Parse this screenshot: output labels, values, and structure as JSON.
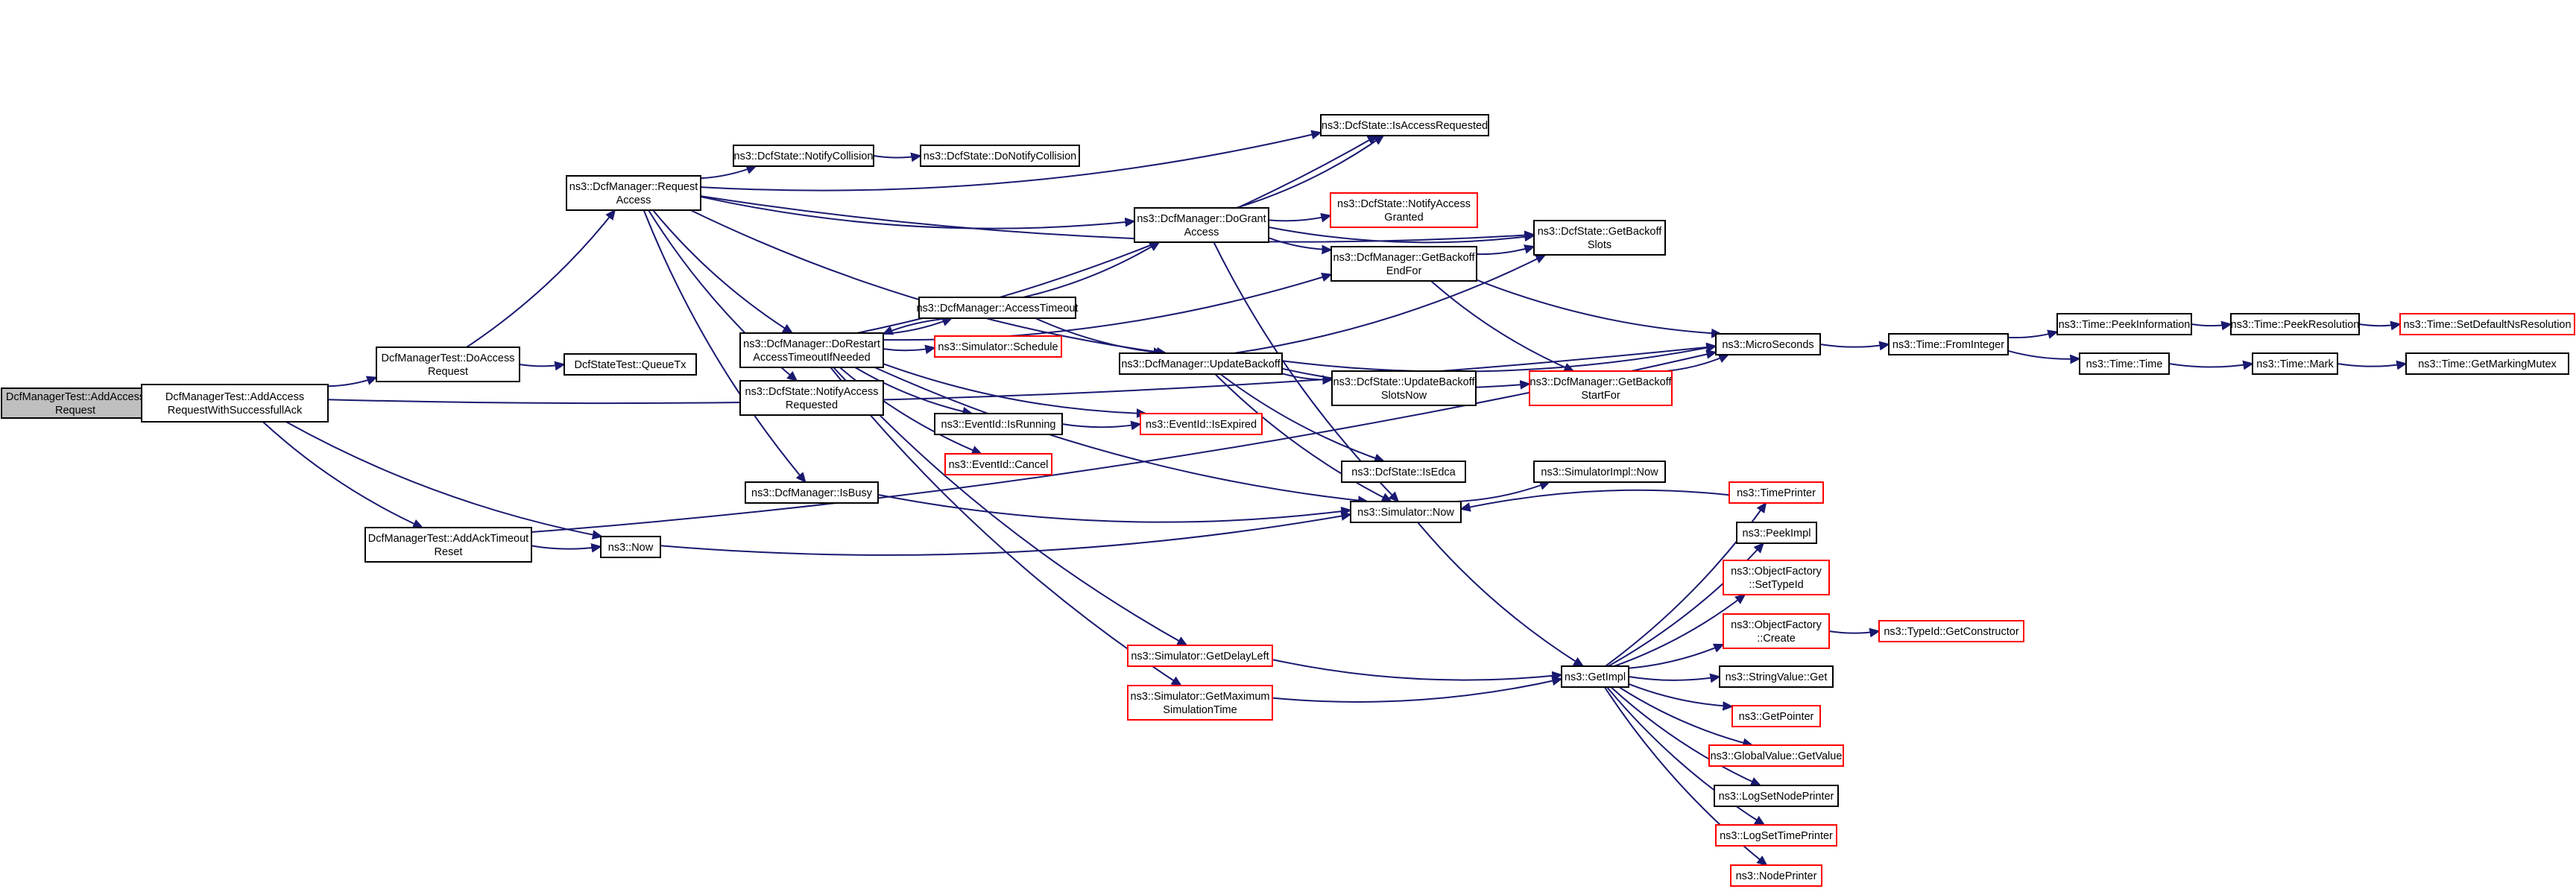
{
  "colors": {
    "edge": "#191970",
    "box_border": "#000000",
    "truncated_border": "#ff0000",
    "root_fill": "#bfbfbf"
  },
  "nodes": [
    {
      "id": "root",
      "lines": [
        "DcfManagerTest::AddAccess",
        "Request"
      ],
      "style": "root"
    },
    {
      "id": "success",
      "lines": [
        "DcfManagerTest::AddAccess",
        "RequestWithSuccessfullAck"
      ],
      "style": "black"
    },
    {
      "id": "doaccess",
      "lines": [
        "DcfManagerTest::DoAccess",
        "Request"
      ],
      "style": "black"
    },
    {
      "id": "acktimeout",
      "lines": [
        "DcfManagerTest::AddAckTimeout",
        "Reset"
      ],
      "style": "black"
    },
    {
      "id": "queuetx",
      "lines": [
        "DcfStateTest::QueueTx"
      ],
      "style": "black"
    },
    {
      "id": "reqaccess",
      "lines": [
        "ns3::DcfManager::Request",
        "Access"
      ],
      "style": "black"
    },
    {
      "id": "ns3now",
      "lines": [
        "ns3::Now"
      ],
      "style": "black"
    },
    {
      "id": "notifycoll",
      "lines": [
        "ns3::DcfState::NotifyCollision"
      ],
      "style": "black"
    },
    {
      "id": "donotifycoll",
      "lines": [
        "ns3::DcfState::DoNotifyCollision"
      ],
      "style": "black"
    },
    {
      "id": "dorestart",
      "lines": [
        "ns3::DcfManager::DoRestart",
        "AccessTimeoutIfNeeded"
      ],
      "style": "black"
    },
    {
      "id": "notifyaccreq",
      "lines": [
        "ns3::DcfState::NotifyAccess",
        "Requested"
      ],
      "style": "black"
    },
    {
      "id": "isbusy",
      "lines": [
        "ns3::DcfManager::IsBusy"
      ],
      "style": "black"
    },
    {
      "id": "accesstimeout",
      "lines": [
        "ns3::DcfManager::AccessTimeout"
      ],
      "style": "black"
    },
    {
      "id": "schedule",
      "lines": [
        "ns3::Simulator::Schedule"
      ],
      "style": "red"
    },
    {
      "id": "isrunning",
      "lines": [
        "ns3::EventId::IsRunning"
      ],
      "style": "black"
    },
    {
      "id": "cancel",
      "lines": [
        "ns3::EventId::Cancel"
      ],
      "style": "red"
    },
    {
      "id": "getdelayleft",
      "lines": [
        "ns3::Simulator::GetDelayLeft"
      ],
      "style": "red"
    },
    {
      "id": "getmaxsim",
      "lines": [
        "ns3::Simulator::GetMaximum",
        "SimulationTime"
      ],
      "style": "red"
    },
    {
      "id": "dogrant",
      "lines": [
        "ns3::DcfManager::DoGrant",
        "Access"
      ],
      "style": "black"
    },
    {
      "id": "updatebackoff",
      "lines": [
        "ns3::DcfManager::UpdateBackoff"
      ],
      "style": "black"
    },
    {
      "id": "isexpired",
      "lines": [
        "ns3::EventId::IsExpired"
      ],
      "style": "red"
    },
    {
      "id": "isaccreq",
      "lines": [
        "ns3::DcfState::IsAccessRequested"
      ],
      "style": "black"
    },
    {
      "id": "notifyaccgranted",
      "lines": [
        "ns3::DcfState::NotifyAccess",
        "Granted"
      ],
      "style": "red"
    },
    {
      "id": "getbackoffendfor",
      "lines": [
        "ns3::DcfManager::GetBackoff",
        "EndFor"
      ],
      "style": "black"
    },
    {
      "id": "updatebackoffslotsnow",
      "lines": [
        "ns3::DcfState::UpdateBackoff",
        "SlotsNow"
      ],
      "style": "black"
    },
    {
      "id": "getbackoffstartfor",
      "lines": [
        "ns3::DcfManager::GetBackoff",
        "StartFor"
      ],
      "style": "red"
    },
    {
      "id": "isedca",
      "lines": [
        "ns3::DcfState::IsEdca"
      ],
      "style": "black"
    },
    {
      "id": "simnow",
      "lines": [
        "ns3::Simulator::Now"
      ],
      "style": "black"
    },
    {
      "id": "getbackoffslots",
      "lines": [
        "ns3::DcfState::GetBackoff",
        "Slots"
      ],
      "style": "black"
    },
    {
      "id": "microseconds",
      "lines": [
        "ns3::MicroSeconds"
      ],
      "style": "black"
    },
    {
      "id": "simimplnow",
      "lines": [
        "ns3::SimulatorImpl::Now"
      ],
      "style": "black"
    },
    {
      "id": "getimpl",
      "lines": [
        "ns3::GetImpl"
      ],
      "style": "black"
    },
    {
      "id": "timeprinter",
      "lines": [
        "ns3::TimePrinter"
      ],
      "style": "red"
    },
    {
      "id": "peekimpl",
      "lines": [
        "ns3::PeekImpl"
      ],
      "style": "black"
    },
    {
      "id": "ofsettypeid",
      "lines": [
        "ns3::ObjectFactory",
        "::SetTypeId"
      ],
      "style": "red"
    },
    {
      "id": "ofcreate",
      "lines": [
        "ns3::ObjectFactory",
        "::Create"
      ],
      "style": "red"
    },
    {
      "id": "getconstructor",
      "lines": [
        "ns3::TypeId::GetConstructor"
      ],
      "style": "red"
    },
    {
      "id": "stringvalueget",
      "lines": [
        "ns3::StringValue::Get"
      ],
      "style": "black"
    },
    {
      "id": "getpointer",
      "lines": [
        "ns3::GetPointer"
      ],
      "style": "red"
    },
    {
      "id": "globalvalueget",
      "lines": [
        "ns3::GlobalValue::GetValue"
      ],
      "style": "red"
    },
    {
      "id": "logsetnodeprinter",
      "lines": [
        "ns3::LogSetNodePrinter"
      ],
      "style": "black"
    },
    {
      "id": "logsettimeprinter",
      "lines": [
        "ns3::LogSetTimePrinter"
      ],
      "style": "red"
    },
    {
      "id": "nodeprinter",
      "lines": [
        "ns3::NodePrinter"
      ],
      "style": "red"
    },
    {
      "id": "fromint",
      "lines": [
        "ns3::Time::FromInteger"
      ],
      "style": "black"
    },
    {
      "id": "peekinfo",
      "lines": [
        "ns3::Time::PeekInformation"
      ],
      "style": "black"
    },
    {
      "id": "timetime",
      "lines": [
        "ns3::Time::Time"
      ],
      "style": "black"
    },
    {
      "id": "peekres",
      "lines": [
        "ns3::Time::PeekResolution"
      ],
      "style": "black"
    },
    {
      "id": "timemark",
      "lines": [
        "ns3::Time::Mark"
      ],
      "style": "black"
    },
    {
      "id": "setdefaultnsres",
      "lines": [
        "ns3::Time::SetDefaultNsResolution"
      ],
      "style": "red"
    },
    {
      "id": "getmarkingmutex",
      "lines": [
        "ns3::Time::GetMarkingMutex"
      ],
      "style": "black"
    }
  ],
  "edges": [
    [
      "root",
      "success"
    ],
    [
      "success",
      "doaccess"
    ],
    [
      "success",
      "acktimeout"
    ],
    [
      "success",
      "ns3now"
    ],
    [
      "success",
      "microseconds"
    ],
    [
      "doaccess",
      "queuetx"
    ],
    [
      "doaccess",
      "reqaccess"
    ],
    [
      "acktimeout",
      "ns3now"
    ],
    [
      "acktimeout",
      "microseconds"
    ],
    [
      "ns3now",
      "simnow"
    ],
    [
      "reqaccess",
      "notifycoll"
    ],
    [
      "reqaccess",
      "dorestart"
    ],
    [
      "reqaccess",
      "notifyaccreq"
    ],
    [
      "reqaccess",
      "isbusy"
    ],
    [
      "reqaccess",
      "dogrant"
    ],
    [
      "reqaccess",
      "updatebackoff"
    ],
    [
      "reqaccess",
      "isaccreq"
    ],
    [
      "reqaccess",
      "getbackoffslots"
    ],
    [
      "notifycoll",
      "donotifycoll"
    ],
    [
      "dorestart",
      "accesstimeout"
    ],
    [
      "dorestart",
      "schedule"
    ],
    [
      "dorestart",
      "isrunning"
    ],
    [
      "dorestart",
      "cancel"
    ],
    [
      "dorestart",
      "getdelayleft"
    ],
    [
      "dorestart",
      "getmaxsim"
    ],
    [
      "dorestart",
      "isexpired"
    ],
    [
      "dorestart",
      "simnow"
    ],
    [
      "dorestart",
      "getbackoffendfor"
    ],
    [
      "dorestart",
      "isaccreq"
    ],
    [
      "accesstimeout",
      "dogrant"
    ],
    [
      "accesstimeout",
      "updatebackoff"
    ],
    [
      "accesstimeout",
      "dorestart"
    ],
    [
      "isrunning",
      "isexpired"
    ],
    [
      "isbusy",
      "simnow"
    ],
    [
      "dogrant",
      "isaccreq"
    ],
    [
      "dogrant",
      "notifyaccgranted"
    ],
    [
      "dogrant",
      "getbackoffendfor"
    ],
    [
      "dogrant",
      "getbackoffslots"
    ],
    [
      "dogrant",
      "simnow"
    ],
    [
      "updatebackoff",
      "updatebackoffslotsnow"
    ],
    [
      "updatebackoff",
      "getbackoffstartfor"
    ],
    [
      "updatebackoff",
      "isedca"
    ],
    [
      "updatebackoff",
      "simnow"
    ],
    [
      "updatebackoff",
      "getbackoffslots"
    ],
    [
      "updatebackoff",
      "microseconds"
    ],
    [
      "getbackoffendfor",
      "getbackoffslots"
    ],
    [
      "getbackoffendfor",
      "getbackoffstartfor"
    ],
    [
      "getbackoffendfor",
      "microseconds"
    ],
    [
      "getbackoffstartfor",
      "microseconds"
    ],
    [
      "simnow",
      "simimplnow"
    ],
    [
      "simnow",
      "getimpl"
    ],
    [
      "timeprinter",
      "simnow"
    ],
    [
      "getdelayleft",
      "getimpl"
    ],
    [
      "getmaxsim",
      "getimpl"
    ],
    [
      "getimpl",
      "peekimpl"
    ],
    [
      "getimpl",
      "ofsettypeid"
    ],
    [
      "getimpl",
      "ofcreate"
    ],
    [
      "getimpl",
      "stringvalueget"
    ],
    [
      "getimpl",
      "getpointer"
    ],
    [
      "getimpl",
      "globalvalueget"
    ],
    [
      "getimpl",
      "logsetnodeprinter"
    ],
    [
      "getimpl",
      "logsettimeprinter"
    ],
    [
      "getimpl",
      "nodeprinter"
    ],
    [
      "getimpl",
      "timeprinter"
    ],
    [
      "ofcreate",
      "getconstructor"
    ],
    [
      "microseconds",
      "fromint"
    ],
    [
      "fromint",
      "peekinfo"
    ],
    [
      "fromint",
      "timetime"
    ],
    [
      "peekinfo",
      "peekres"
    ],
    [
      "peekres",
      "setdefaultnsres"
    ],
    [
      "timetime",
      "timemark"
    ],
    [
      "timemark",
      "getmarkingmutex"
    ]
  ]
}
